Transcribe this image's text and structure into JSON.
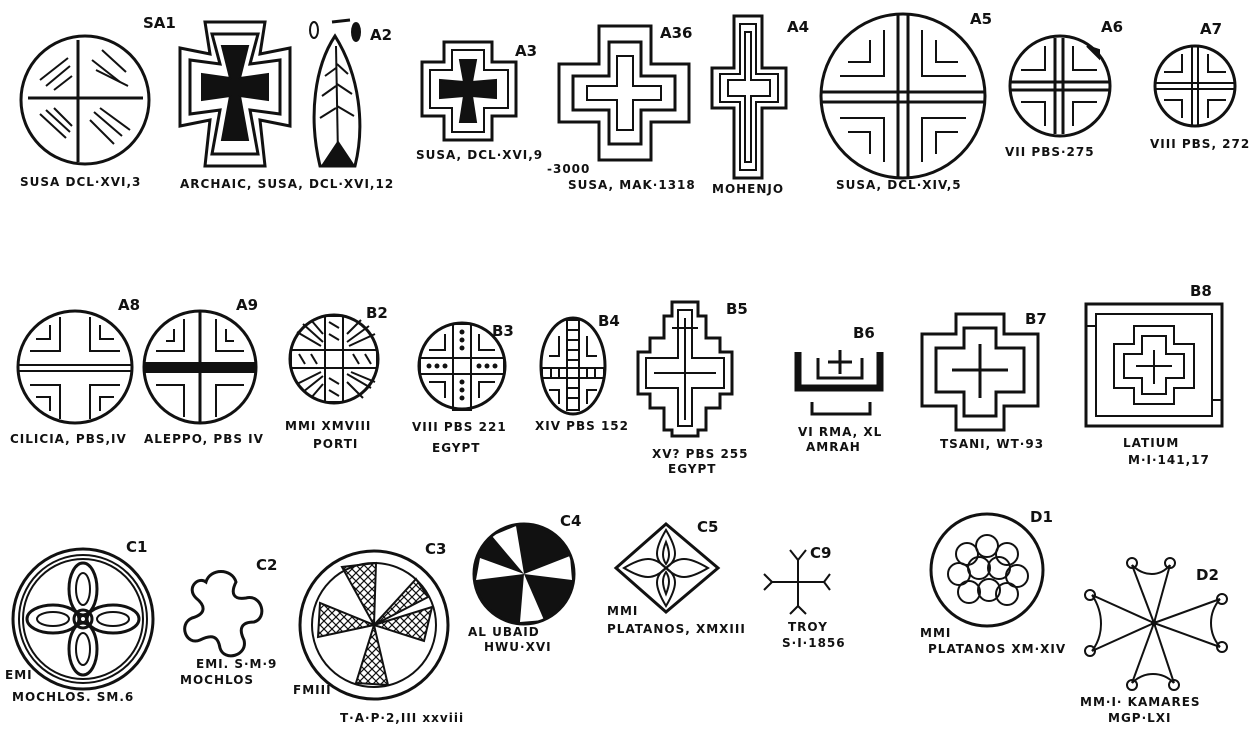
{
  "plate": {
    "labels": {
      "SA1": "SA1",
      "A2": "A2",
      "A3": "A3",
      "A36": "A36",
      "A4": "A4",
      "A5": "A5",
      "A6": "A6",
      "A7": "A7",
      "A8": "A8",
      "A9": "A9",
      "B2": "B2",
      "B3": "B3",
      "B4": "B4",
      "B5": "B5",
      "B6": "B6",
      "B7": "B7",
      "B8": "B8",
      "C1": "C1",
      "C2": "C2",
      "C3": "C3",
      "C4": "C4",
      "C5": "C5",
      "C9": "C9",
      "D1": "D1",
      "D2": "D2"
    },
    "captions": {
      "SA1": "SUSA DCL·XVI,3",
      "A2": "ARCHAIC, SUSA, DCL·XVI,12",
      "A3": "SUSA, DCL·XVI,9",
      "A36_date": "-3000",
      "A36": "SUSA, MAK·1318",
      "A4": "MOHENJO",
      "A5": "SUSA, DCL·XIV,5",
      "A6": "VII PBS·275",
      "A7": "VIII PBS, 272",
      "A8": "CILICIA, PBS,IV",
      "A9": "ALEPPO, PBS IV",
      "B2_line1": "MMI XMVIII",
      "B2_line2": "PORTI",
      "B3_line1": "VIII PBS 221",
      "B3_line2": "EGYPT",
      "B4": "XIV PBS 152",
      "B5_line1": "XV? PBS 255",
      "B5_line2": "EGYPT",
      "B6_line1": "VI RMA, XL",
      "B6_line2": "AMRAH",
      "B7": "TSANI, WT·93",
      "B8_line1": "LATIUM",
      "B8_line2": "M·I·141,17",
      "C1_line1": "EMI",
      "C1_line2": "MOCHLOS. SM.6",
      "C2_line1": "EMI. S·M·9",
      "C2_line2": "MOCHLOS",
      "C3_line1": "FMIII",
      "C3_line2": "T·A·P·2,III xxviii",
      "C4_line1": "AL UBAID",
      "C4_line2": "HWU·XVI",
      "C5_line1": "MMI",
      "C5_line2": "PLATANOS, XMXIII",
      "C9_line1": "TROY",
      "C9_line2": "S·I·1856",
      "D1_line1": "MMI",
      "D1_line2": "PLATANOS XM·XIV",
      "D2_line1": "MM·I· KAMARES",
      "D2_line2": "MGP·LXI"
    }
  }
}
